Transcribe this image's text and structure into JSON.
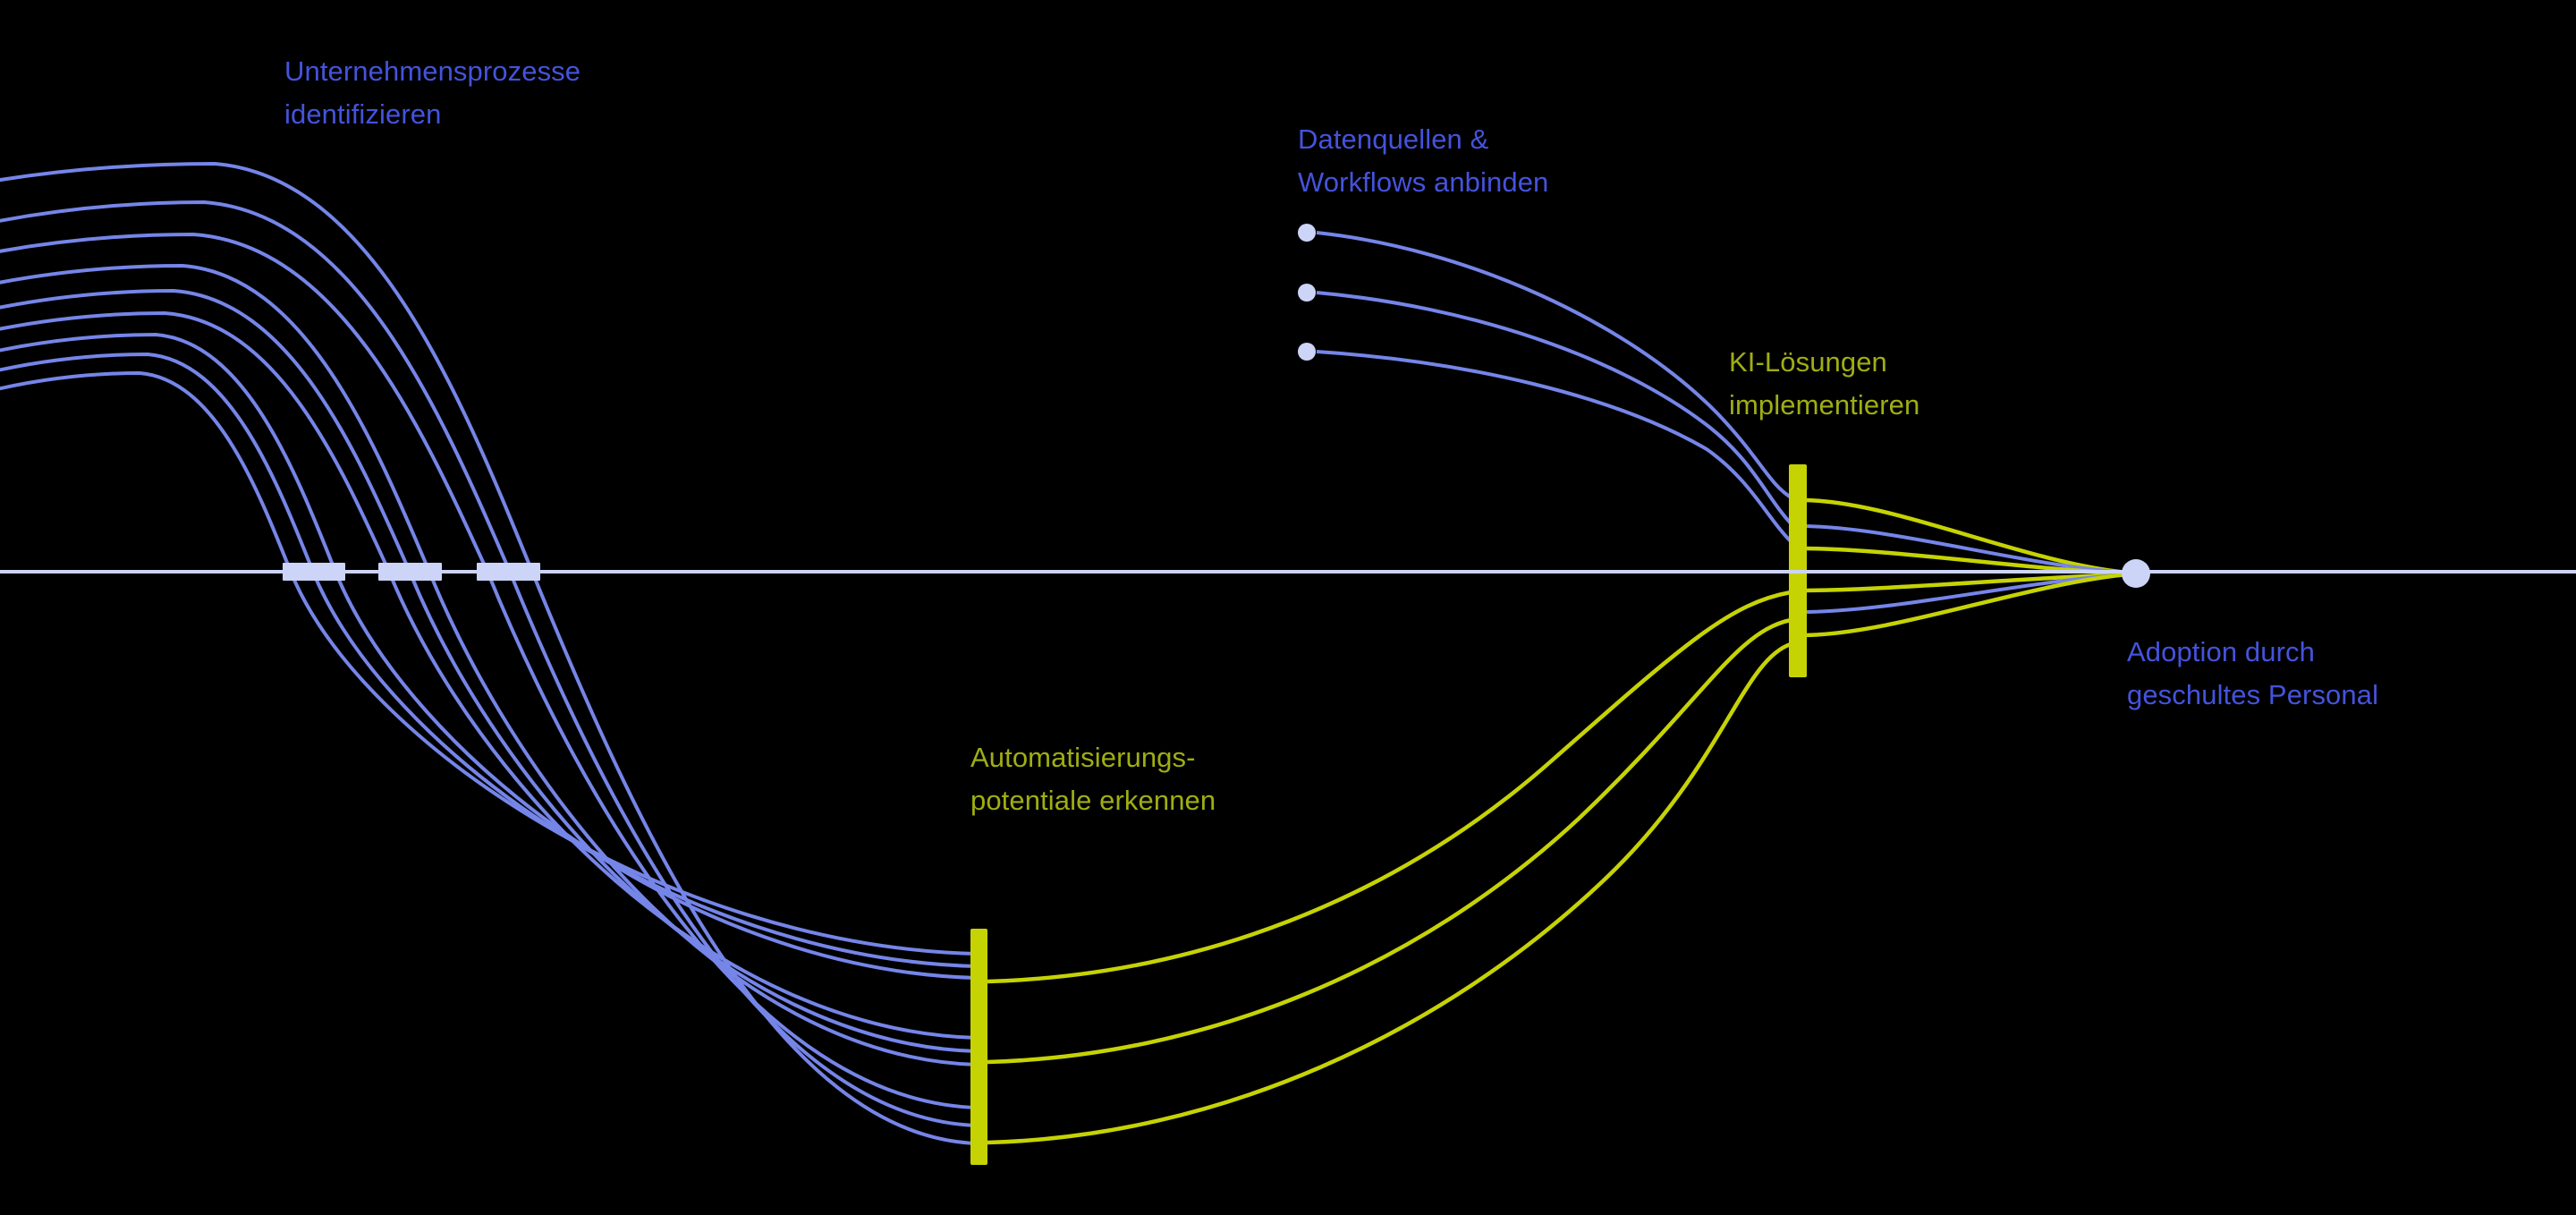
{
  "diagram": {
    "background": "#000000",
    "colors": {
      "blue_text": "#4453dc",
      "yellow_text": "#9fae12",
      "blue_line": "#7585e8",
      "yellow_line": "#c6d303",
      "lavender": "#ccd4f7"
    },
    "stages": {
      "identify": {
        "line1": "Unternehmensprozesse",
        "line2": "identifizieren"
      },
      "connect": {
        "line1": "Datenquellen &",
        "line2": "Workflows anbinden"
      },
      "implement": {
        "line1": "KI-Lösungen",
        "line2": "implementieren"
      },
      "potential": {
        "line1": "Automatisierungs-",
        "line2": "potentiale erkennen"
      },
      "adoption": {
        "line1": "Adoption durch",
        "line2": "geschultes Personal"
      }
    }
  }
}
